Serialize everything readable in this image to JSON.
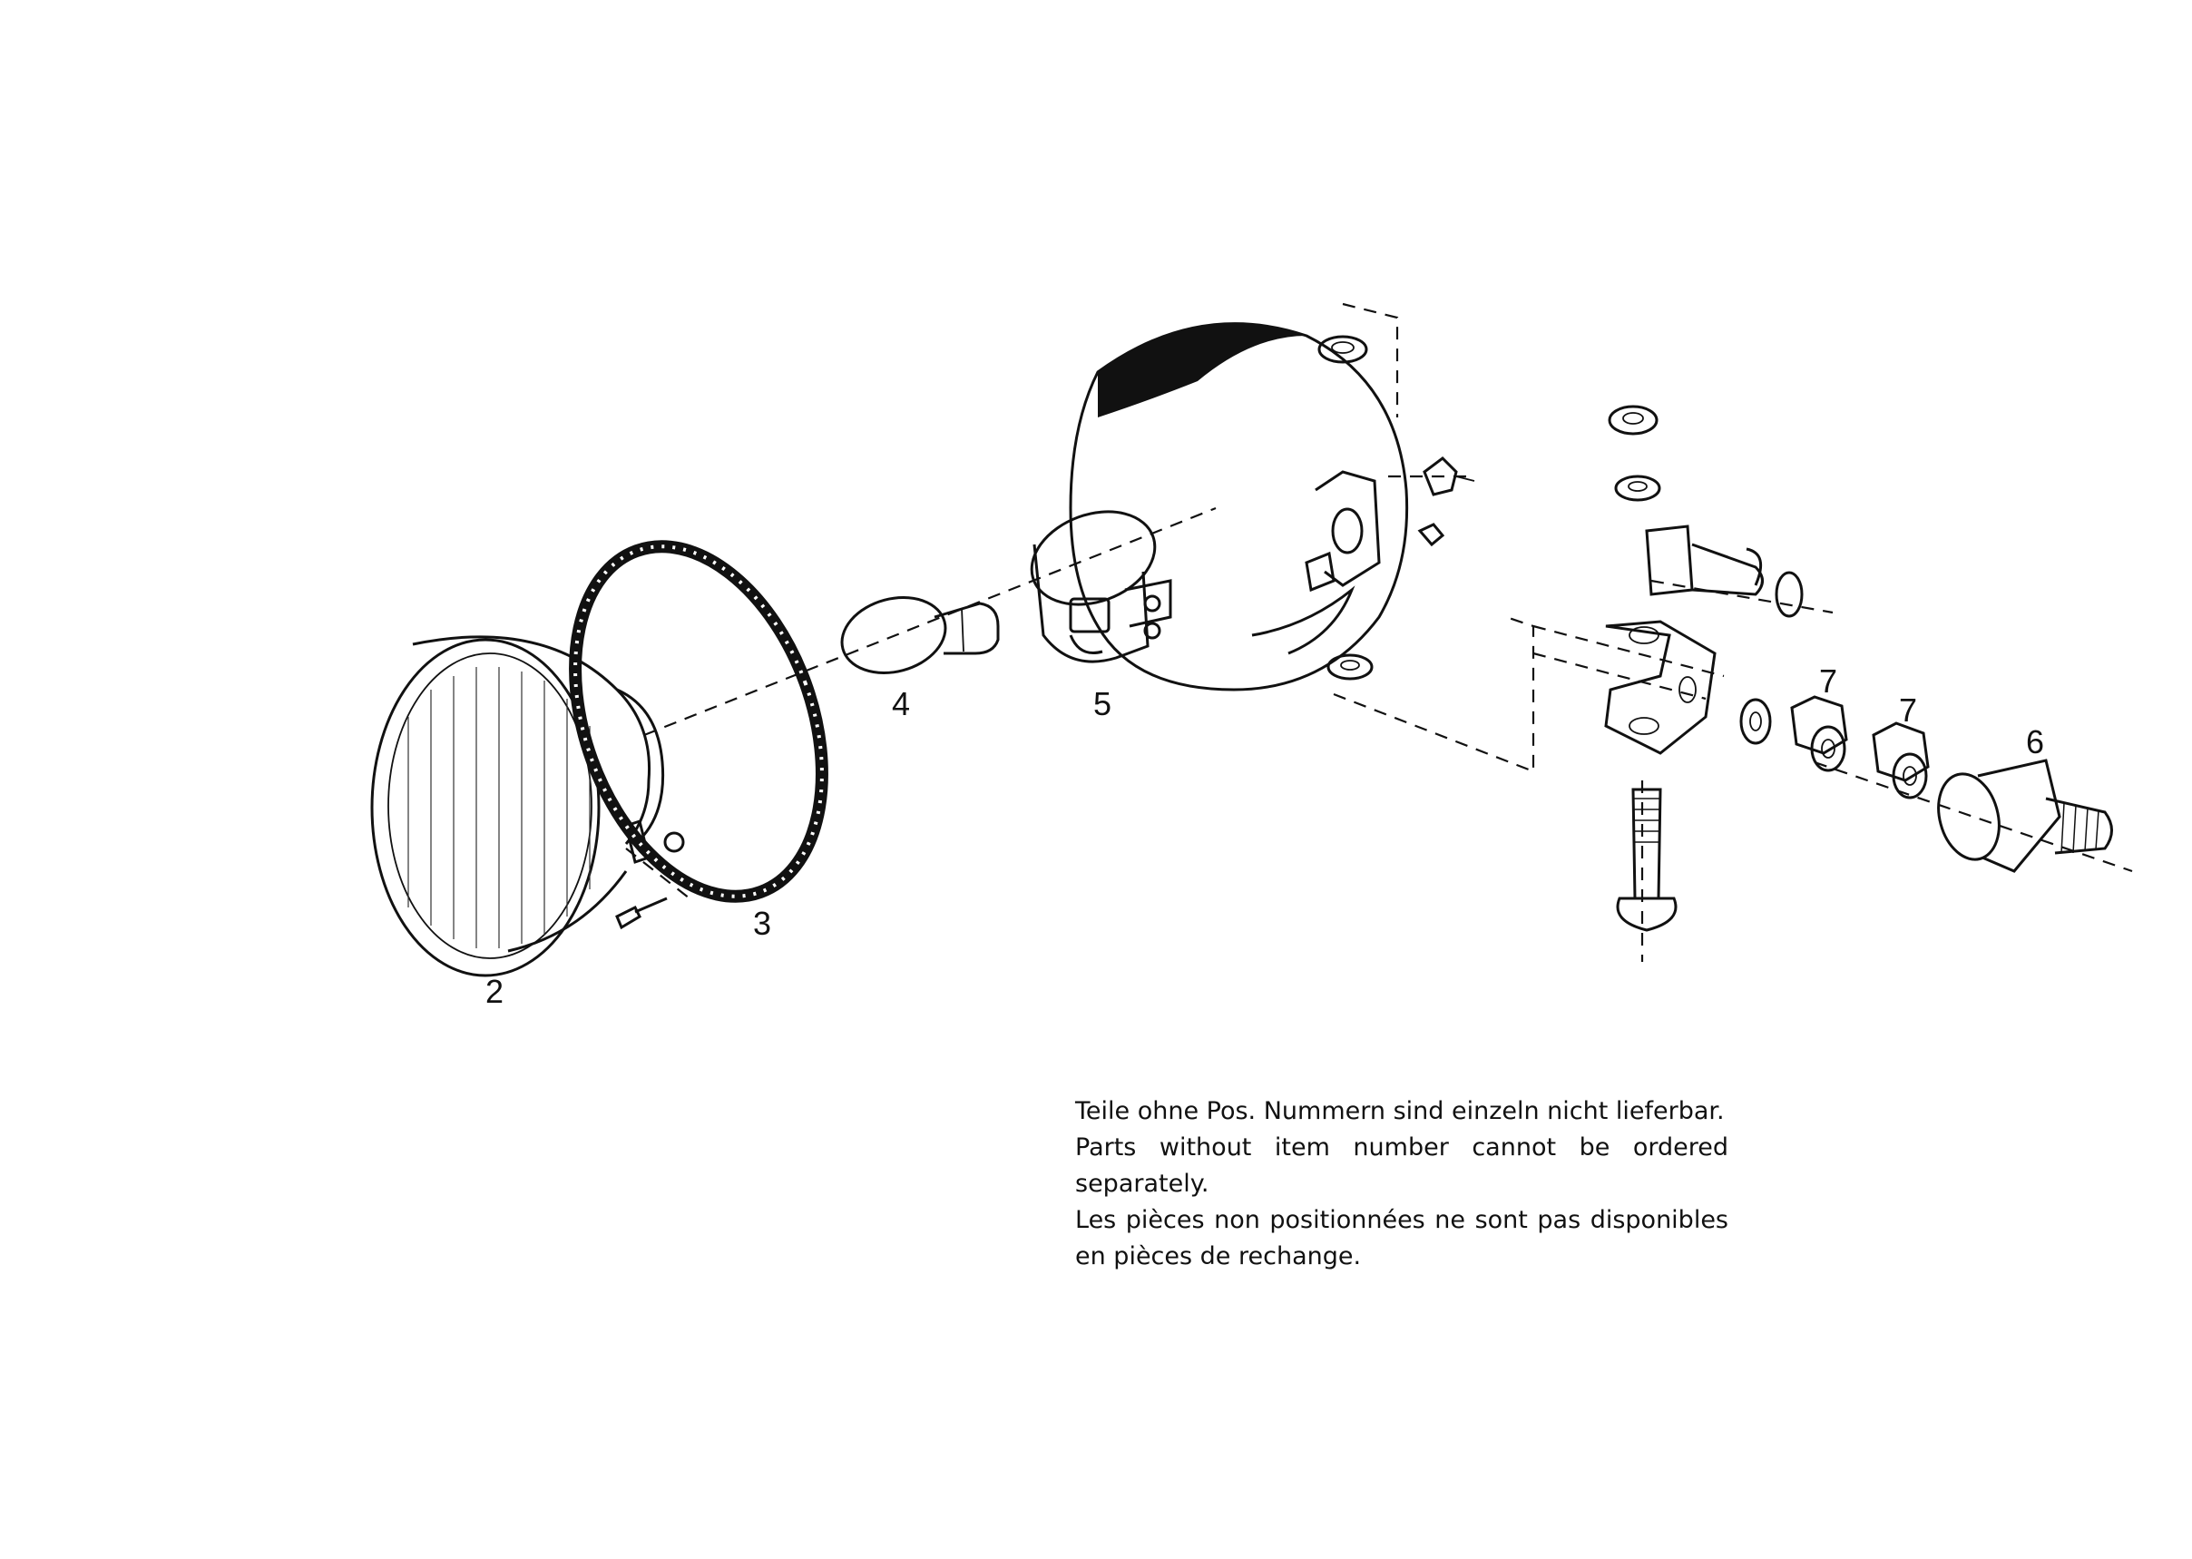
{
  "callouts": {
    "item_2": "2",
    "item_3": "3",
    "item_4": "4",
    "item_5": "5",
    "item_6": "6",
    "item_7a": "7",
    "item_7b": "7"
  },
  "note": {
    "de": "Teile ohne Pos. Nummern sind einzeln nicht lieferbar.",
    "en": "Parts without item number cannot be ordered separately.",
    "fr": "Les pièces non positionnées ne sont pas disponibles en pièces de rechange."
  }
}
